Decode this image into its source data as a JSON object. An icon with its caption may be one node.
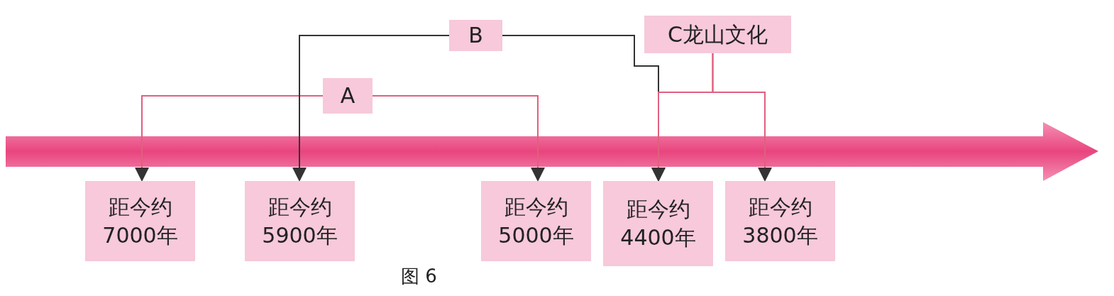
{
  "diagram": {
    "caption": "图 6",
    "nodes": [
      {
        "text": [
          "B"
        ]
      },
      {
        "text": [
          "C龙山文化"
        ]
      },
      {
        "text": [
          "A"
        ]
      },
      {
        "text": [
          "距今约 7000年"
        ]
      },
      {
        "text": [
          "距今约 5900年"
        ]
      },
      {
        "text": [
          "距今约 5000年"
        ]
      },
      {
        "text": [
          "距今约 4400年"
        ]
      },
      {
        "text": [
          "距今约 3800年"
        ]
      }
    ],
    "edges": [
      {
        "from": 2,
        "to": 3,
        "arrow": "to"
      },
      {
        "from": 2,
        "to": 5,
        "arrow": "to"
      },
      {
        "from": 0,
        "to": 4,
        "arrow": "to",
        "color": "#333333"
      },
      {
        "from": 0,
        "to": 6,
        "arrow": "to",
        "color": "#333333"
      },
      {
        "from": 1,
        "to": 6,
        "arrow": "to"
      },
      {
        "from": 1,
        "to": 7,
        "arrow": "to"
      }
    ]
  }
}
